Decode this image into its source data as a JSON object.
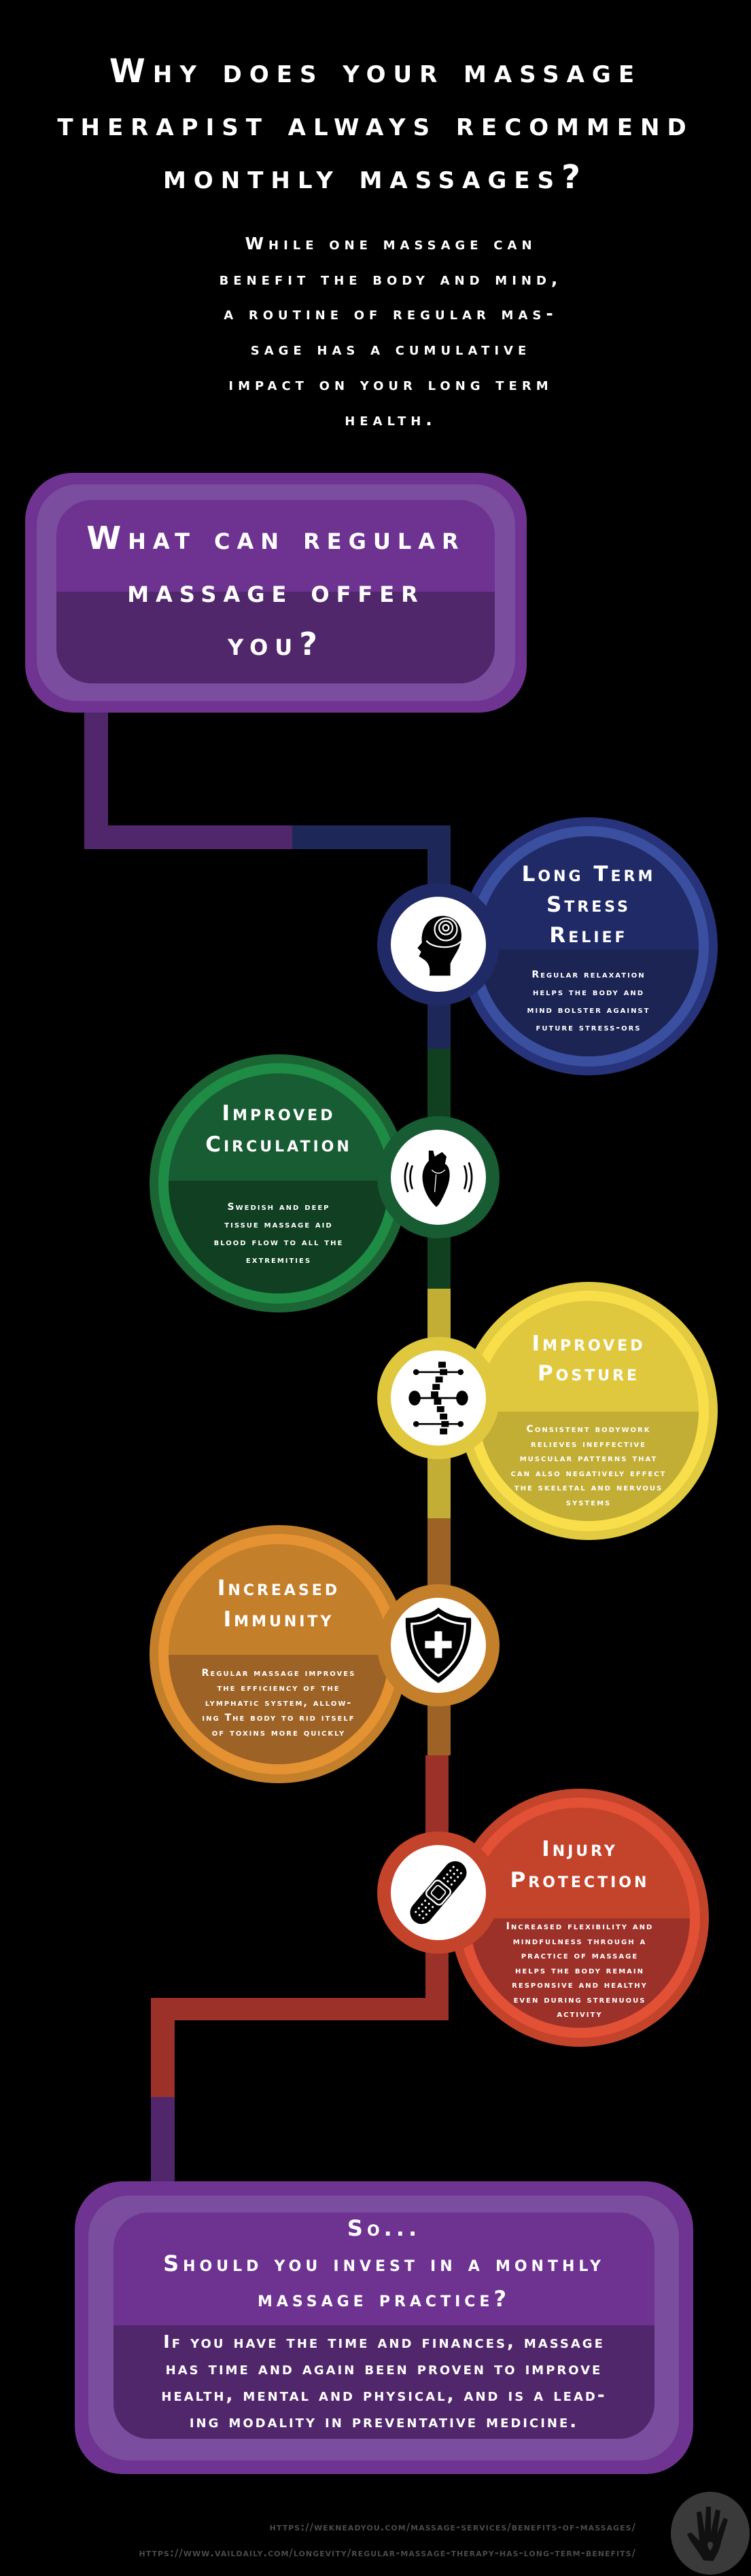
{
  "header": {
    "title": "Why does your massage\ntherapist always recommend\nmonthly massages?",
    "intro": "While one massage can\nbenefit the body and mind,\na routine of regular mas-\nsage has a cumulative\nimpact on your long term\nhealth."
  },
  "offer_box": {
    "title": "What can regular\nmassage offer\nyou?"
  },
  "benefits": [
    {
      "title": "Long Term\nStress\nRelief",
      "body": "Regular relaxation\nhelps the body and\nmind bolster against\nfuture stress-ors",
      "icon": "head-spiral-icon",
      "color": "#27337a"
    },
    {
      "title": "Improved\nCirculation",
      "body": "Swedish and deep\ntissue massage aid\nblood flow to all the\nextremities",
      "icon": "heart-icon",
      "color": "#1b6535"
    },
    {
      "title": "Improved\nPosture",
      "body": "Consistent bodywork\nrelieves ineffective\nmuscular patterns that\ncan also negatively effect\nthe skeletal and nervous\nsystems",
      "icon": "spine-icon",
      "color": "#e0c83e"
    },
    {
      "title": "Increased\nImmunity",
      "body": "Regular massage improves\nthe efficiency of the\nlymphatic system, allow-\ning The body to rid itself\nof toxins more quickly",
      "icon": "shield-plus-icon",
      "color": "#c47f2a"
    },
    {
      "title": "Injury\nProtection",
      "body": "Increased flexibility and\nmindfulness through a\npractice of massage\nhelps the body remain\nresponsive and healthy\neven during strenuous\nactivity",
      "icon": "bandage-icon",
      "color": "#c4432b"
    }
  ],
  "conclusion": {
    "question": "So...\nShould you invest in a monthly\nmassage practice?",
    "answer": "If you have the time and finances, massage\nhas time and again been proven to improve\nhealth, mental and physical, and is a lead-\ning modality in preventative medicine."
  },
  "sources": [
    "https://wekneadyou.com/massage-services/benefits-of-massages/",
    "https://www.vaildaily.com/longevity/regular-massage-therapy-has-long-term-benefits/"
  ],
  "logo": {
    "icon": "hand-heart-logo-icon"
  },
  "colors": {
    "purple": "#6f3391",
    "purple_dark": "#51276b",
    "navy": "#1e2858",
    "background": "#000000"
  }
}
